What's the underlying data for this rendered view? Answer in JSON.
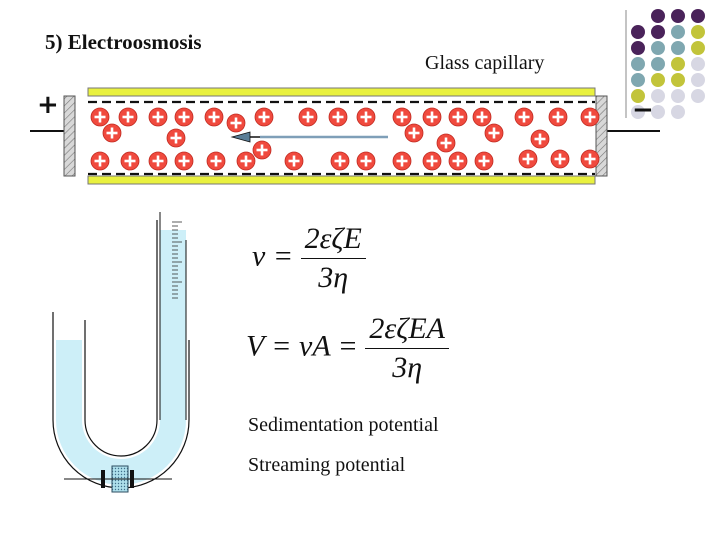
{
  "slide": {
    "title": "5) Electroosmosis",
    "capillary_label": "Glass capillary",
    "positive_electrode_sign": "+",
    "negative_electrode_sign": "−"
  },
  "formulas": {
    "velocity_lhs": "v =",
    "velocity_numerator": "2εζE",
    "velocity_denominator": "3η",
    "volume_lhs": "V = vA =",
    "volume_numerator": "2εζEA",
    "volume_denominator": "3η"
  },
  "topics": [
    "Sedimentation potential",
    "Streaming potential"
  ],
  "decoration": {
    "dot_colors": [
      "#4a235a",
      "#7fa7b0",
      "#c2c43a",
      "#d7d7e3"
    ]
  }
}
